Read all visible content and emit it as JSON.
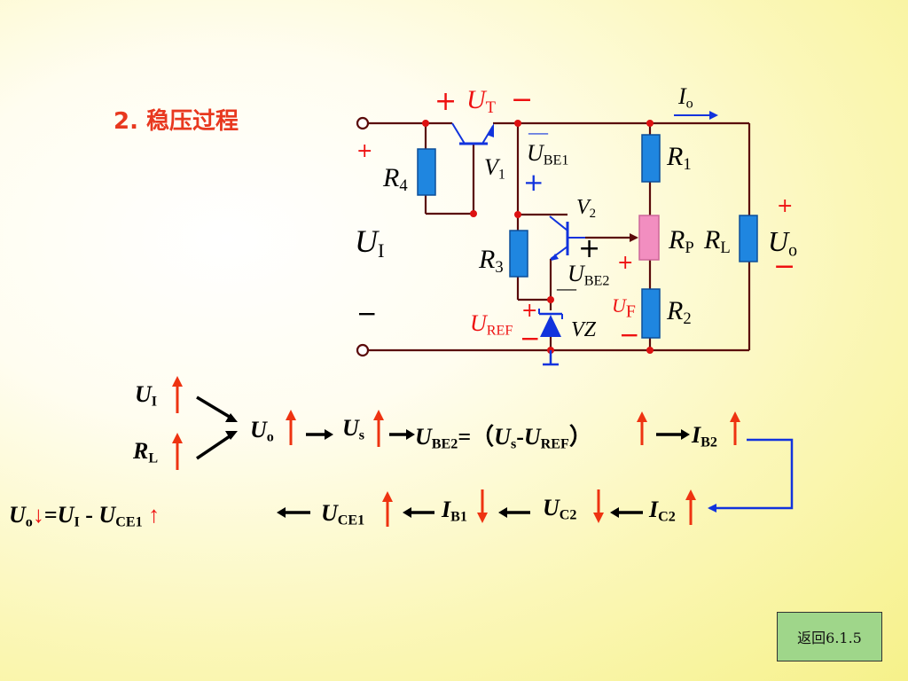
{
  "heading": "2. 稳压过程",
  "circuit": {
    "ut": {
      "plus": "+",
      "sym": "U",
      "sub": "T",
      "minus": "−"
    },
    "io": {
      "sym": "I",
      "sub": "o"
    },
    "ube1": {
      "minus": "—",
      "sym": "U",
      "sub": "BE1",
      "plus": "+"
    },
    "r1": {
      "sym": "R",
      "sub": "1"
    },
    "in_plus": "+",
    "r4": {
      "sym": "R",
      "sub": "4"
    },
    "v1": {
      "sym": "V",
      "sub": "1"
    },
    "v2": {
      "sym": "V",
      "sub": "2"
    },
    "out_plus": "+",
    "ui": {
      "sym": "U",
      "sub": "I"
    },
    "rp": {
      "sym": "R",
      "sub": "P"
    },
    "rl": {
      "sym": "R",
      "sub": "L"
    },
    "uo": {
      "sym": "U",
      "sub": "o"
    },
    "out_minus": "−",
    "r3": {
      "sym": "R",
      "sub": "3"
    },
    "ube2": {
      "plus": "+",
      "sym": "U",
      "sub": "BE2",
      "minus": "—"
    },
    "rp_plus": "+",
    "in_minus": "−",
    "uref": {
      "plus": "+",
      "sym": "U",
      "sub": "REF",
      "minus": "−"
    },
    "uf": {
      "sym": "U",
      "sub": "F",
      "minus": "−"
    },
    "r2": {
      "sym": "R",
      "sub": "2"
    },
    "vz": "VZ"
  },
  "process": {
    "ui_up": {
      "sym": "U",
      "sub": "I"
    },
    "rl_up": {
      "sym": "R",
      "sub": "L"
    },
    "uo_up": {
      "sym": "U",
      "sub": "o"
    },
    "us_up": {
      "sym": "U",
      "sub": "s"
    },
    "ube2_expr": {
      "sym": "U",
      "sub": "BE2",
      "eq": "=（",
      "us": "U",
      "us_sub": "s",
      "dash": "-",
      "uref": "U",
      "uref_sub": "REF",
      "close": "）"
    },
    "ib2_up": {
      "sym": "I",
      "sub": "B2"
    },
    "ic2_up": {
      "sym": "I",
      "sub": "C2"
    },
    "uc2_down": {
      "sym": "U",
      "sub": "C2"
    },
    "ib1_down": {
      "sym": "I",
      "sub": "B1"
    },
    "uce1_up": {
      "sym": "U",
      "sub": "CE1"
    },
    "result": {
      "uo": "U",
      "uo_sub": "o",
      "down": "↓",
      "eq": "=",
      "ui": "U",
      "ui_sub": "I",
      "dash": " - ",
      "uce": "U",
      "uce_sub": "CE1",
      "up": "↑"
    }
  },
  "return_button": "返回6.1.5"
}
